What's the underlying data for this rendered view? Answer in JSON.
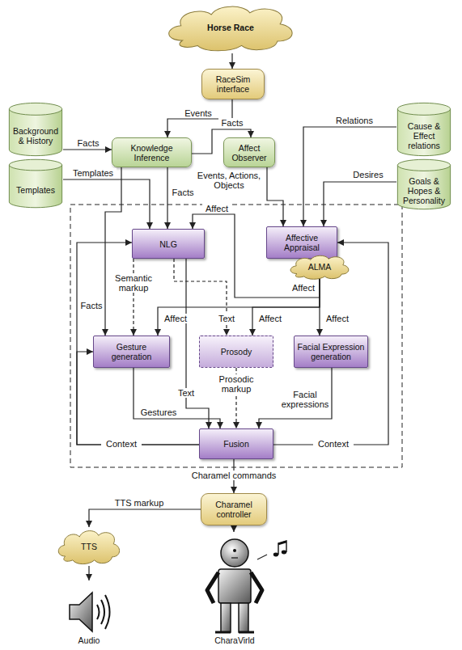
{
  "diagram": {
    "nodes": [
      {
        "text": [
          "Horse Race"
        ]
      },
      {
        "text": [
          "RaceSim interface"
        ]
      },
      {
        "text": [
          "Background & History"
        ]
      },
      {
        "text": [
          "Knowledge Inference"
        ]
      },
      {
        "text": [
          "Affect Observer"
        ]
      },
      {
        "text": [
          "Cause & Effect relations"
        ]
      },
      {
        "text": [
          "Templates"
        ]
      },
      {
        "text": [
          "Goals & Hopes & Personality"
        ]
      },
      {
        "text": [
          "NLG"
        ]
      },
      {
        "text": [
          "Affective Appraisal"
        ]
      },
      {
        "text": [
          "ALMA"
        ]
      },
      {
        "text": [
          "Gesture generation"
        ]
      },
      {
        "text": [
          "Prosody"
        ]
      },
      {
        "text": [
          "Facial Expression generation"
        ]
      },
      {
        "text": [
          "Fusion"
        ]
      },
      {
        "text": [
          "Charamel controller"
        ]
      },
      {
        "text": [
          "TTS"
        ]
      },
      {
        "text": [
          "Audio"
        ]
      },
      {
        "text": [
          "CharaVirld"
        ]
      }
    ],
    "edges": [
      {
        "from": 0,
        "to": 1,
        "arrow": "to"
      },
      {
        "from": 1,
        "to": 3,
        "label": "Events",
        "arrow": "to"
      },
      {
        "from": 2,
        "to": 3,
        "label": "Facts",
        "arrow": "to"
      },
      {
        "from": 3,
        "to": 4,
        "label": "Facts",
        "arrow": "to"
      },
      {
        "from": 3,
        "to": 8,
        "label": "Facts",
        "arrow": "to"
      },
      {
        "from": 6,
        "to": 8,
        "label": "Templates",
        "arrow": "to"
      },
      {
        "from": 4,
        "to": 9,
        "label": "Events, Actions, Objects",
        "arrow": "to"
      },
      {
        "from": 5,
        "to": 9,
        "label": "Relations",
        "arrow": "to"
      },
      {
        "from": 7,
        "to": 9,
        "label": "Desires",
        "arrow": "to"
      },
      {
        "from": 9,
        "to": 8,
        "label": "Affect",
        "arrow": "to"
      },
      {
        "from": 9,
        "to": 11,
        "label": "Affect",
        "arrow": "to"
      },
      {
        "from": 9,
        "to": 12,
        "label": "Affect",
        "arrow": "to"
      },
      {
        "from": 9,
        "to": 13,
        "label": "Affect",
        "arrow": "to"
      },
      {
        "from": 8,
        "to": 11,
        "label": "Semantic markup",
        "arrow": "to"
      },
      {
        "from": 8,
        "to": 12,
        "label": "Text",
        "arrow": "to"
      },
      {
        "from": 8,
        "to": 14,
        "label": "Text",
        "arrow": "to"
      },
      {
        "from": 3,
        "to": 11,
        "label": "Facts",
        "arrow": "to"
      },
      {
        "from": 11,
        "to": 14,
        "label": "Gestures",
        "arrow": "to"
      },
      {
        "from": 12,
        "to": 14,
        "label": "Prosodic markup",
        "arrow": "to"
      },
      {
        "from": 13,
        "to": 14,
        "label": "Facial expressions",
        "arrow": "to"
      },
      {
        "from": 14,
        "to": 8,
        "label": "Context",
        "arrow": "to"
      },
      {
        "from": 14,
        "to": 11,
        "arrow": "to"
      },
      {
        "from": 14,
        "to": 9,
        "label": "Context",
        "arrow": "to"
      },
      {
        "from": 14,
        "to": 15,
        "label": "Charamel commands",
        "arrow": "to"
      },
      {
        "from": 15,
        "to": 16,
        "label": "TTS markup",
        "arrow": "to"
      },
      {
        "from": 15,
        "to": 18,
        "arrow": "to"
      },
      {
        "from": 16,
        "to": 17,
        "arrow": "to"
      }
    ],
    "labels": [
      "Affect"
    ]
  }
}
